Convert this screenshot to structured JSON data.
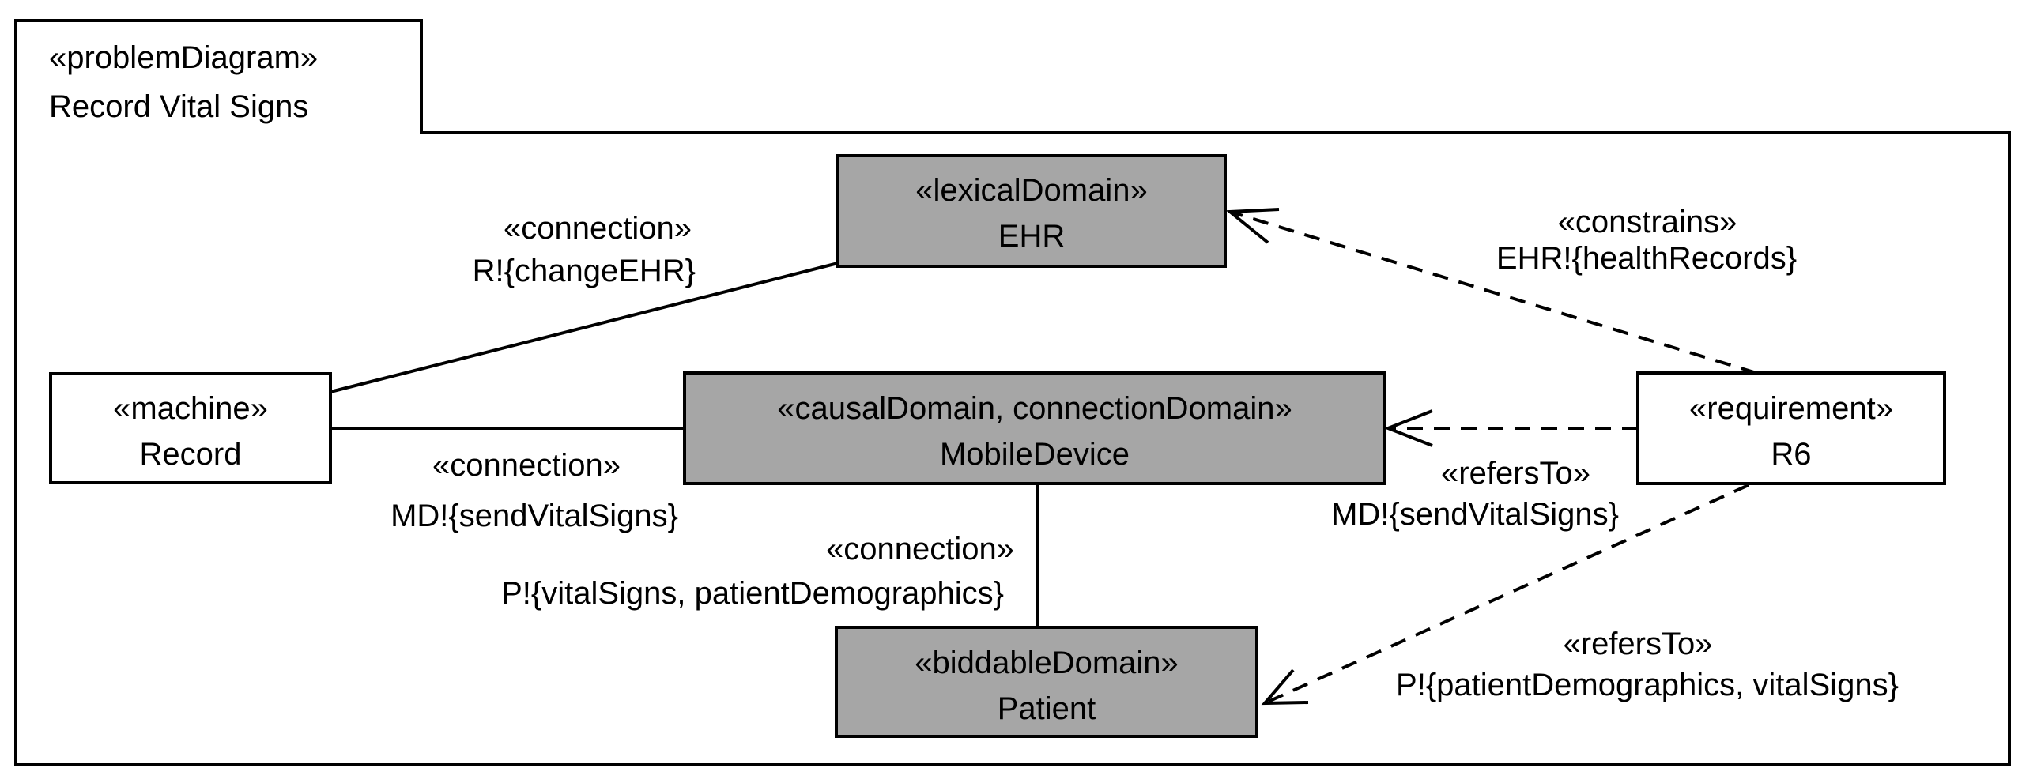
{
  "frame": {
    "stereotype": "«problemDiagram»",
    "title": "Record Vital Signs"
  },
  "nodes": {
    "ehr": {
      "stereotype": "«lexicalDomain»",
      "name": "EHR"
    },
    "record": {
      "stereotype": "«machine»",
      "name": "Record"
    },
    "mobile_device": {
      "stereotype": "«causalDomain, connectionDomain»",
      "name": "MobileDevice"
    },
    "requirement": {
      "stereotype": "«requirement»",
      "name": "R6"
    },
    "patient": {
      "stereotype": "«biddableDomain»",
      "name": "Patient"
    }
  },
  "edges": {
    "record_ehr": {
      "stereotype": "«connection»",
      "label": "R!{changeEHR}"
    },
    "record_md": {
      "stereotype": "«connection»",
      "label": "MD!{sendVitalSigns}"
    },
    "md_patient": {
      "stereotype": "«connection»",
      "label": "P!{vitalSigns, patientDemographics}"
    },
    "r6_ehr": {
      "stereotype": "«constrains»",
      "label": "EHR!{healthRecords}"
    },
    "r6_md": {
      "stereotype": "«refersTo»",
      "label": "MD!{sendVitalSigns}"
    },
    "r6_patient": {
      "stereotype": "«refersTo»",
      "label": "P!{patientDemographics, vitalSigns}"
    }
  },
  "colors": {
    "domain_fill": "#a6a6a6",
    "plain_fill": "#ffffff",
    "stroke": "#000000"
  }
}
